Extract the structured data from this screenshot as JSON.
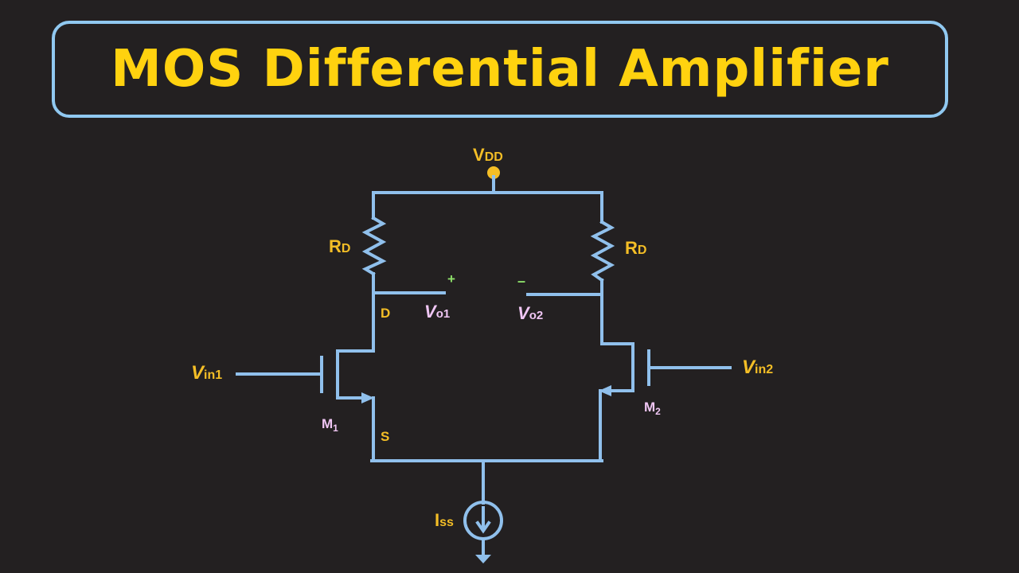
{
  "title": "MOS Differential Amplifier",
  "labels": {
    "vdd_main": "V",
    "vdd_sub": "DD",
    "rd_left_main": "R",
    "rd_left_sub": "D",
    "rd_right_main": "R",
    "rd_right_sub": "D",
    "drain": "D",
    "source": "S",
    "vo1_main": "V",
    "vo1_sub": "o1",
    "vo2_main": "V",
    "vo2_sub": "o2",
    "plus": "+",
    "minus": "–",
    "vin1_main": "V",
    "vin1_sub": "in1",
    "vin2_main": "V",
    "vin2_sub": "in2",
    "m1_main": "M",
    "m1_sub": "1",
    "m2_main": "M",
    "m2_sub": "2",
    "iss_main": "I",
    "iss_sub": "ss"
  },
  "colors": {
    "background": "#232021",
    "title_border": "#90c8f0",
    "title_text": "#ffd20f",
    "wire": "#90c0ec",
    "label_yellow": "#f4be26",
    "label_pink": "#f0c6f4",
    "plus_green": "#8ee06a",
    "node_dot": "#f4be26"
  }
}
